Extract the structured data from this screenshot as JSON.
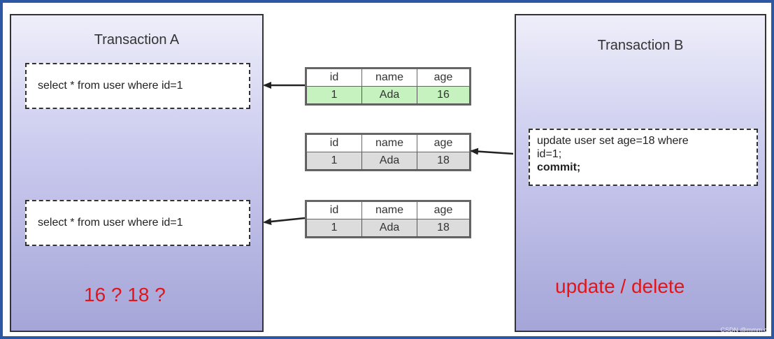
{
  "transaction_a": {
    "title": "Transaction A",
    "query_1": "select * from user where id=1",
    "query_2": "select * from user where id=1",
    "question": "16 ? 18 ?"
  },
  "transaction_b": {
    "title": "Transaction B",
    "update_line_1": "update user set age=18 where",
    "update_line_2": "id=1;",
    "update_commit": "commit;",
    "note": "update / delete"
  },
  "tables": [
    {
      "headers": [
        "id",
        "name",
        "age"
      ],
      "row": [
        "1",
        "Ada",
        "16"
      ]
    },
    {
      "headers": [
        "id",
        "name",
        "age"
      ],
      "row": [
        "1",
        "Ada",
        "18"
      ]
    },
    {
      "headers": [
        "id",
        "name",
        "age"
      ],
      "row": [
        "1",
        "Ada",
        "18"
      ]
    }
  ],
  "watermark": "CSDN @mmm.c",
  "colors": {
    "frame": "#2b57a3",
    "highlight_row": "#c6f2c0",
    "gray_row": "#dcdcdc",
    "red_text": "#e0161a"
  }
}
